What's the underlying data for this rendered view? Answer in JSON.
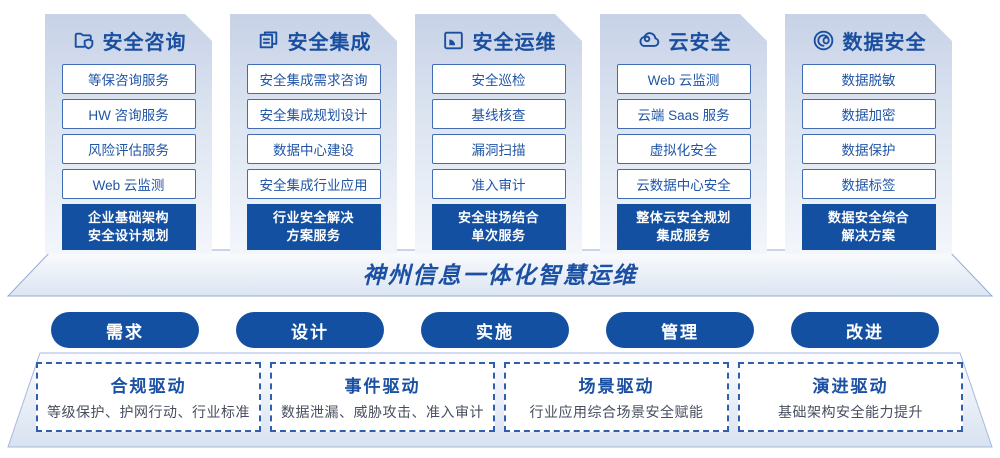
{
  "colors": {
    "primary_blue": "#1450a2",
    "title_blue": "#1a4fa0",
    "item_border_blue": "#3f6cb3",
    "desc_gray": "#474e5c",
    "card_gradient_top": "#c7d2e7",
    "card_gradient_bottom": "#f3f6fb"
  },
  "columns": [
    {
      "title": "安全咨询",
      "icon": "folder-shield-icon",
      "items": [
        "等保咨询服务",
        "HW 咨询服务",
        "风险评估服务",
        "Web 云监测"
      ],
      "highlight": "企业基础架构\n安全设计规划"
    },
    {
      "title": "安全集成",
      "icon": "copy-doc-icon",
      "items": [
        "安全集成需求咨询",
        "安全集成规划设计",
        "数据中心建设",
        "安全集成行业应用"
      ],
      "highlight": "行业安全解决\n方案服务"
    },
    {
      "title": "安全运维",
      "icon": "folder-pie-icon",
      "items": [
        "安全巡检",
        "基线核查",
        "漏洞扫描",
        "准入审计"
      ],
      "highlight": "安全驻场结合\n单次服务"
    },
    {
      "title": "云安全",
      "icon": "cloud-icon",
      "items": [
        "Web 云监测",
        "云端 Saas 服务",
        "虚拟化安全",
        "云数据中心安全"
      ],
      "highlight": "整体云安全规划\n集成服务"
    },
    {
      "title": "数据安全",
      "icon": "spiral-icon",
      "items": [
        "数据脱敏",
        "数据加密",
        "数据保护",
        "数据标签"
      ],
      "highlight": "数据安全综合\n解决方案"
    }
  ],
  "banner": {
    "title": "神州信息一体化智慧运维"
  },
  "pills": [
    "需求",
    "设计",
    "实施",
    "管理",
    "改进"
  ],
  "drivers": [
    {
      "title": "合规驱动",
      "desc": "等级保护、护网行动、行业标准"
    },
    {
      "title": "事件驱动",
      "desc": "数据泄漏、威胁攻击、准入审计"
    },
    {
      "title": "场景驱动",
      "desc": "行业应用综合场景安全赋能"
    },
    {
      "title": "演进驱动",
      "desc": "基础架构安全能力提升"
    }
  ]
}
